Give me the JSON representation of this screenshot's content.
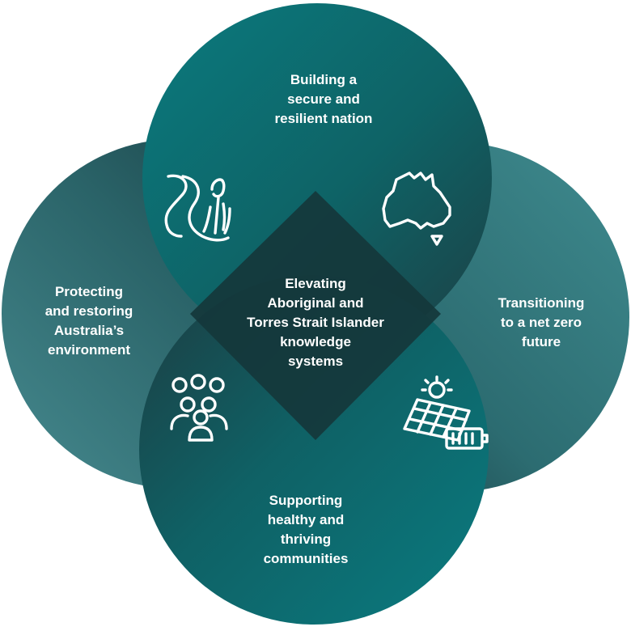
{
  "center": {
    "lines": [
      "Elevating",
      "Aboriginal and",
      "Torres Strait Islander",
      "knowledge",
      "systems"
    ]
  },
  "petals": [
    {
      "id": "top",
      "lines": [
        "Building a",
        "secure and",
        "resilient nation"
      ],
      "icon": "australia-map-icon"
    },
    {
      "id": "right",
      "lines": [
        "Transitioning",
        "to a net zero",
        "future"
      ],
      "icon": "solar-panel-battery-icon"
    },
    {
      "id": "bottom",
      "lines": [
        "Supporting",
        "healthy and",
        "thriving",
        "communities"
      ],
      "icon": "community-people-icon"
    },
    {
      "id": "left",
      "lines": [
        "Protecting",
        "and restoring",
        "Australia’s",
        "environment"
      ],
      "icon": "river-reeds-icon"
    }
  ],
  "colors": {
    "top": "#0a767b",
    "right": "#2f6f73",
    "bottom": "#0a767b",
    "left": "#2f6f73",
    "center": "#15373b",
    "text": "#ffffff"
  }
}
